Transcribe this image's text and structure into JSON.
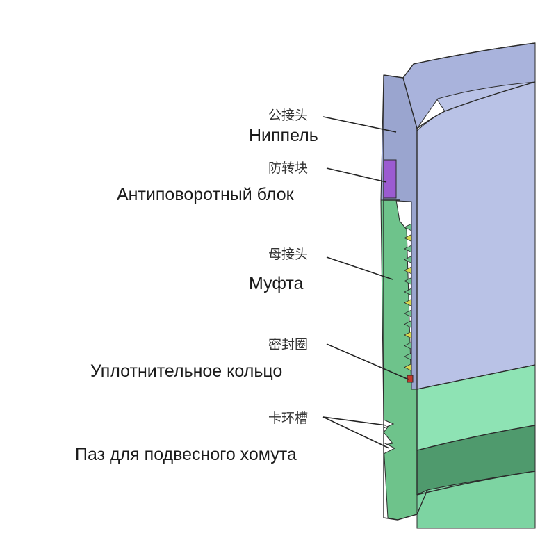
{
  "colors": {
    "nipple_face": "#9aa5cf",
    "nipple_outer": "#b9c2e6",
    "nipple_bevel": "#a9b3dc",
    "box_face": "#6ec38b",
    "box_outer": "#8ee3b4",
    "box_inner_dark": "#4f9a6d",
    "box_bevel": "#7dd4a2",
    "anti_rotation_block": "#9b5bd1",
    "seal_ring": "#c0392b",
    "thread_tooth": "#d6d84f",
    "edge": "#2b2b2b"
  },
  "labels": {
    "nipple": {
      "zh": "公接头",
      "ru": "Ниппель"
    },
    "anti_rotation": {
      "zh": "防转块",
      "ru": "Антиповоротный блок"
    },
    "box": {
      "zh": "母接头",
      "ru": "Муфта"
    },
    "seal": {
      "zh": "密封圈",
      "ru": "Уплотнительное кольцо"
    },
    "groove": {
      "zh": "卡环槽",
      "ru": "Паз для подвесного хомута"
    }
  }
}
